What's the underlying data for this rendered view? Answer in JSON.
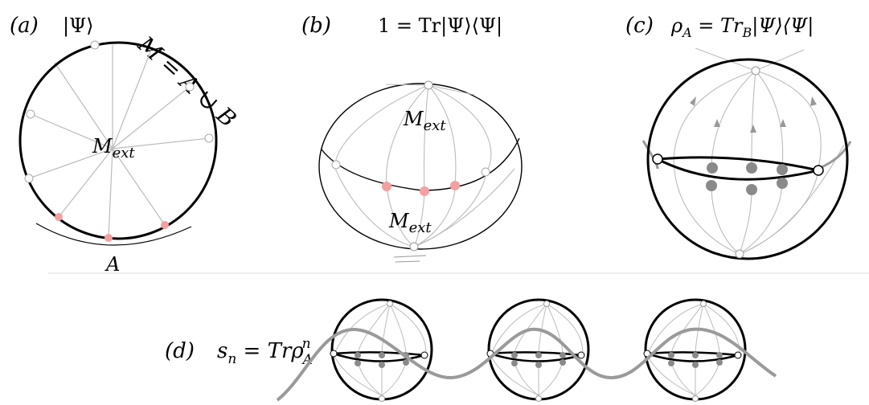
{
  "panel_a": {
    "tag": "(a)",
    "state": "|Ψ⟩",
    "manifold": "M = A ∪ B",
    "center": "M",
    "center_sub": "ext",
    "region": "A"
  },
  "panel_b": {
    "tag": "(b)",
    "formula": "1 = Tr|Ψ⟩⟨Ψ|",
    "top": "M",
    "top_sub": "ext",
    "bottom": "M",
    "bottom_sub": "ext"
  },
  "panel_c": {
    "tag": "(c)",
    "formula_lhs": "ρ",
    "formula_lhs_sub": "A",
    "formula_mid": " = Tr",
    "formula_mid_sub": "B",
    "formula_rhs": "|Ψ⟩⟨Ψ|"
  },
  "panel_d": {
    "tag": "(d)",
    "formula_lhs": "s",
    "formula_lhs_sub": "n",
    "formula_mid": " = Trρ",
    "formula_sup": "n",
    "formula_sub": "A"
  },
  "colors": {
    "red_marker": "#f4a0a0",
    "gray_dot": "#8a8a8a",
    "light_line": "#b8b8b8",
    "thick_curve": "#9a9a9a"
  }
}
